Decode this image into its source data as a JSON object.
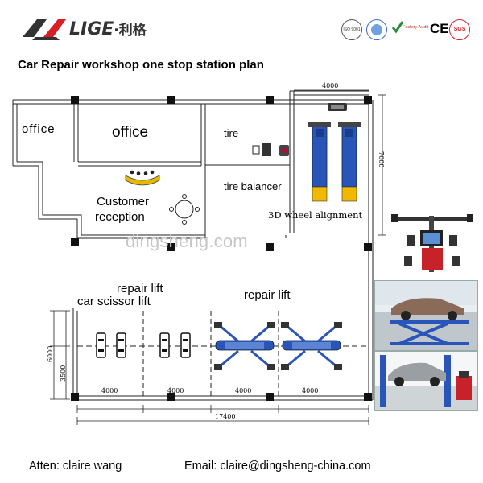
{
  "header": {
    "brand": "LIGE",
    "brand_cn": "·利格",
    "certs": {
      "iso": "ISO 9001",
      "factory_audit": "Factory Audit",
      "ce": "CE",
      "sgs": "SGS"
    }
  },
  "title": "Car Repair workshop one stop station plan",
  "rooms": {
    "office_small": "office",
    "office_large": "office",
    "tire": "tire",
    "tire_balancer": "tire balancer",
    "customer_reception_line1": "Customer",
    "customer_reception_line2": "reception",
    "wheel_alignment": "3D wheel alignment",
    "repair_lift_left": "repair lift",
    "car_scissor_lift": "car scissor lift",
    "repair_lift_right": "repair lift"
  },
  "dimensions": {
    "top_width": "4000",
    "right_height": "7000",
    "left_height_outer": "6000",
    "left_height_inner": "3500",
    "bay_1": "4000",
    "bay_2": "4000",
    "bay_3": "4000",
    "bay_4": "4000",
    "total_width": "17400"
  },
  "watermark": "dingsheng.com",
  "footer": {
    "atten": "Atten: claire wang",
    "email": "Email: claire@dingsheng-china.com"
  },
  "colors": {
    "lift_blue": "#2a55b8",
    "lift_yellow": "#f0b800",
    "logo_red": "#d81f26",
    "logo_dark": "#333333"
  }
}
